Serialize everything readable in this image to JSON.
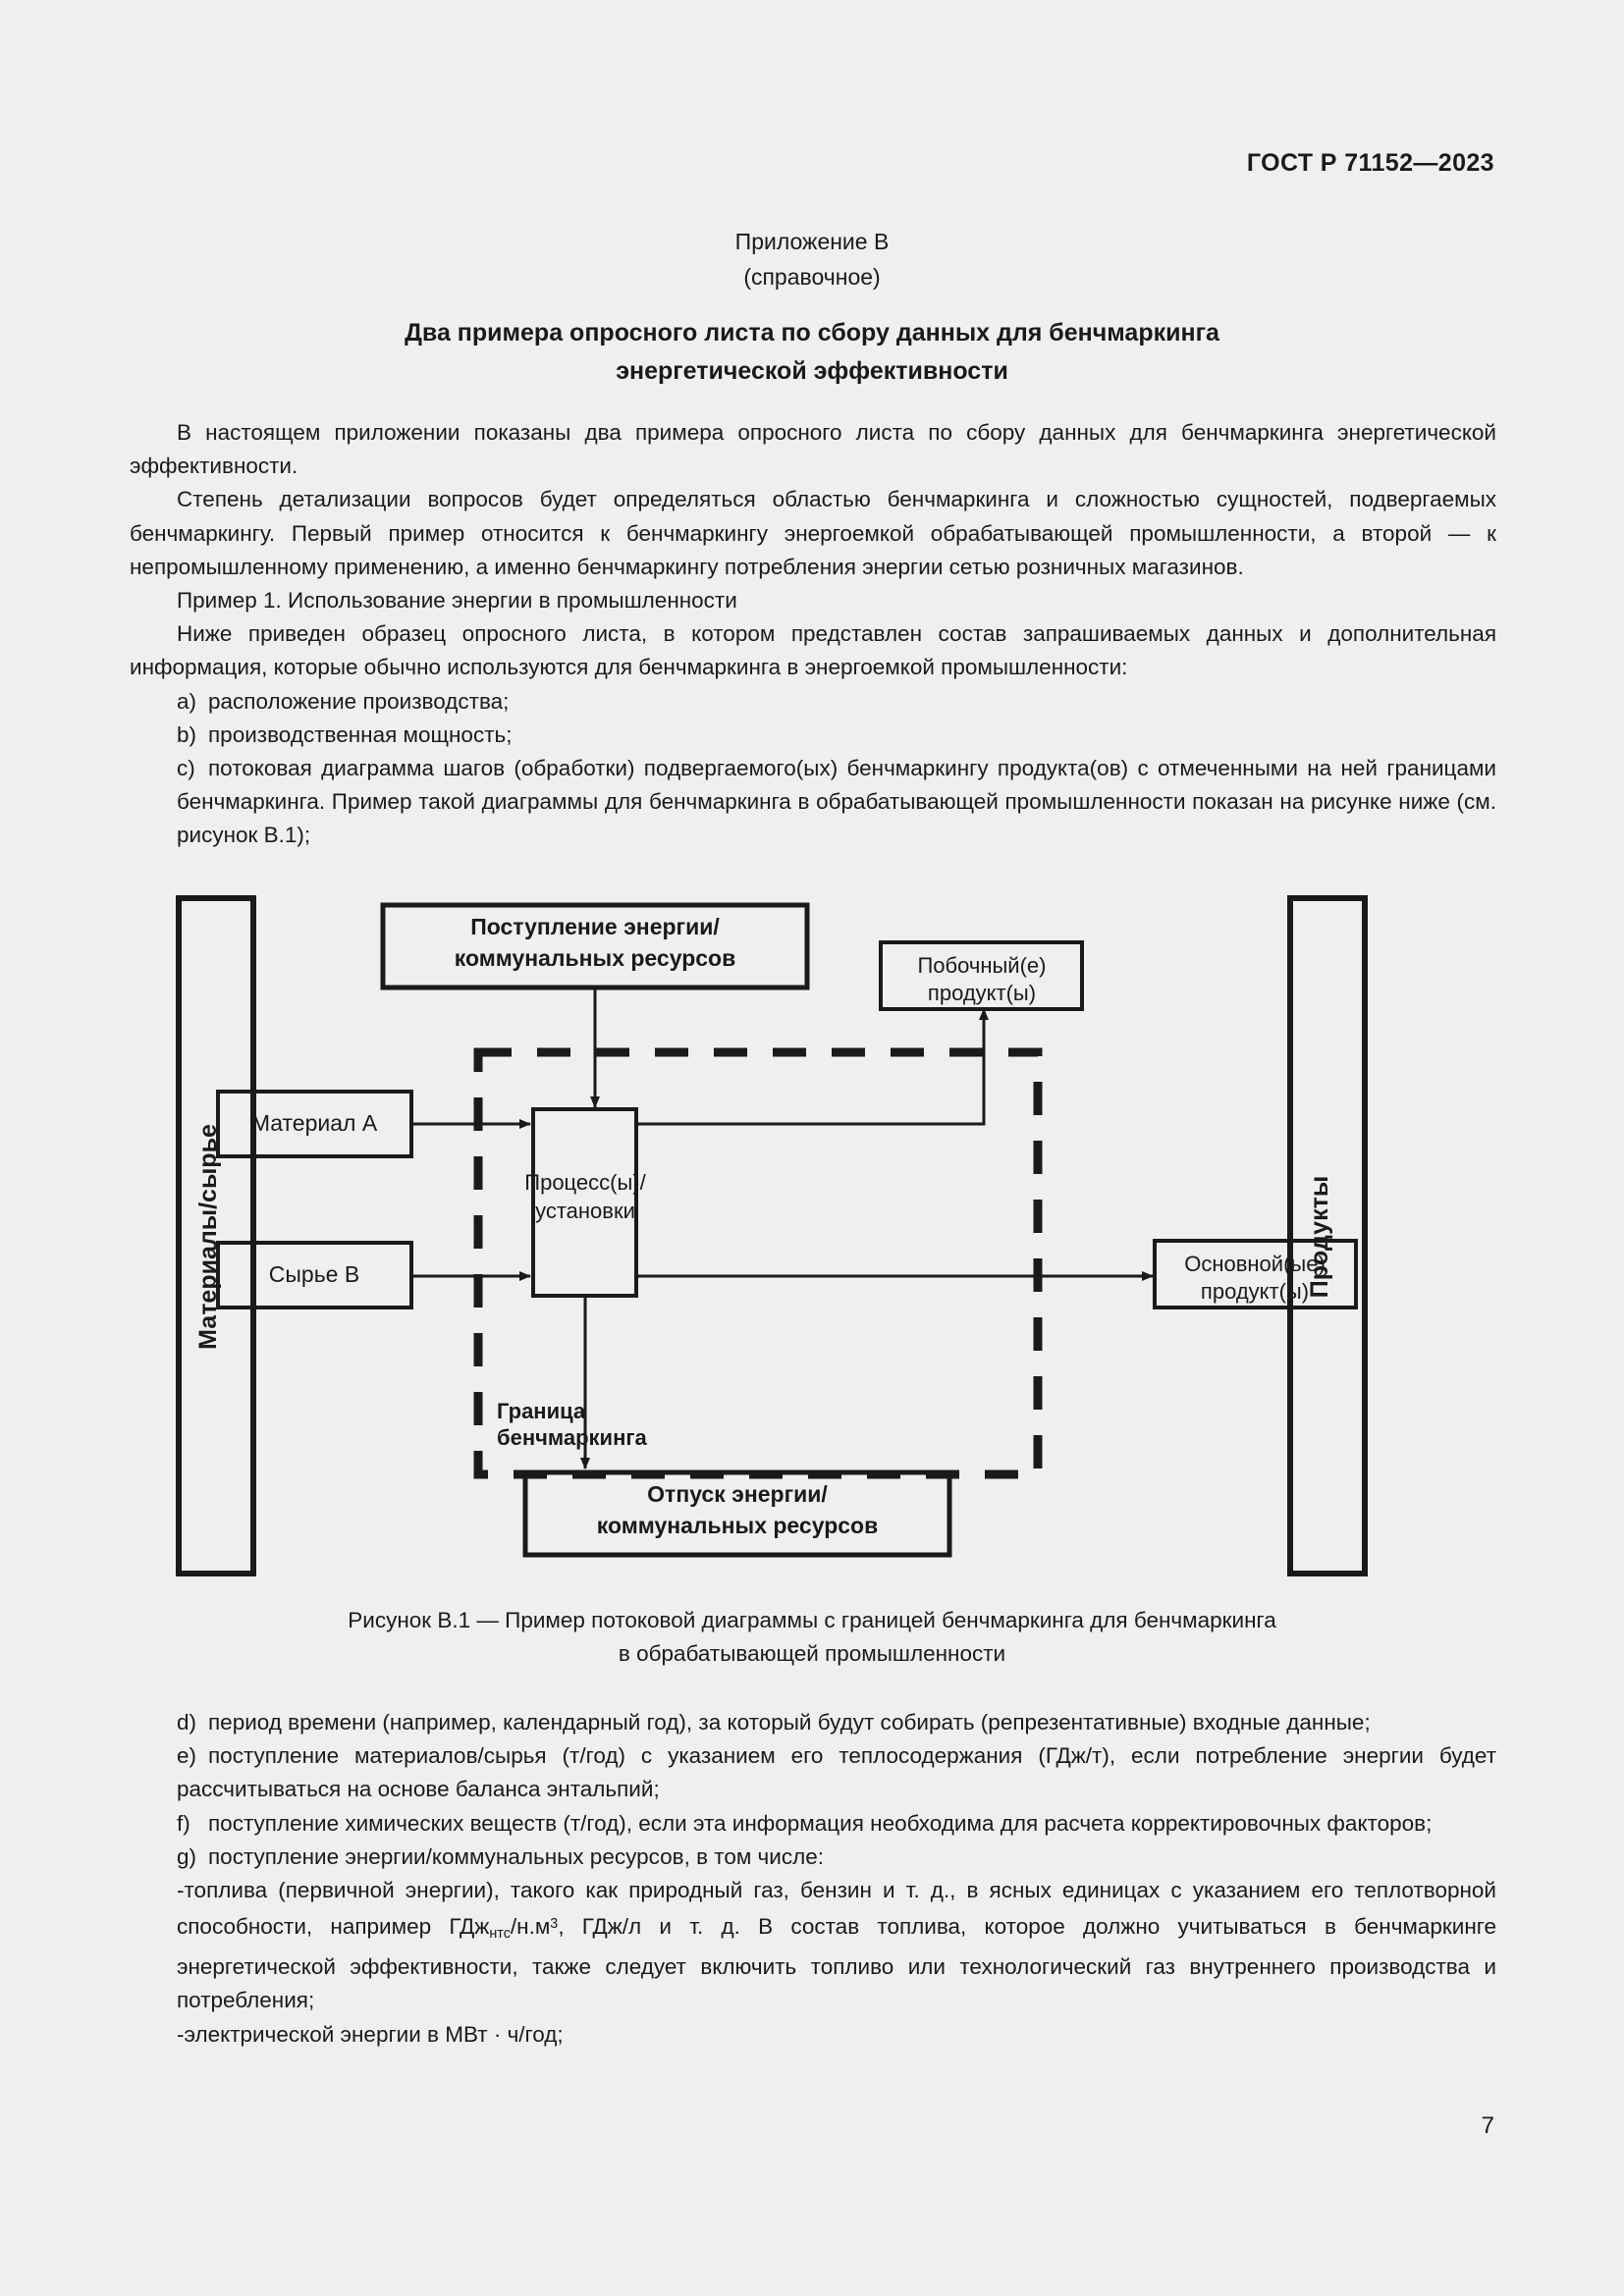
{
  "header": {
    "standard_id": "ГОСТ Р 71152—2023"
  },
  "appendix": {
    "line1": "Приложение В",
    "line2": "(справочное)"
  },
  "title": {
    "line1": "Два примера опросного листа по сбору данных для бенчмаркинга",
    "line2": "энергетической эффективности"
  },
  "paragraphs_before": [
    "В настоящем приложении показаны два примера опросного листа по сбору данных для бенчмаркинга энергетической эффективности.",
    "Степень детализации вопросов будет определяться областью бенчмаркинга и сложностью сущностей, подвергаемых бенчмаркингу. Первый пример относится к бенчмаркингу энергоемкой обрабатывающей промышленности, а второй — к непромышленному применению, а именно бенчмаркингу потребления энергии сетью розничных магазинов.",
    "Пример 1. Использование энергии в промышленности",
    "Ниже приведен образец опросного листа, в котором представлен состав запрашиваемых данных и дополнительная информация, которые обычно используются для бенчмаркинга в энергоемкой промышленности:"
  ],
  "list_before": [
    {
      "marker": "a)",
      "text": "расположение производства;"
    },
    {
      "marker": "b)",
      "text": "производственная мощность;"
    },
    {
      "marker": "c)",
      "text": "потоковая диаграмма шагов (обработки) подвергаемого(ых) бенчмаркингу продукта(ов) с отмеченными на ней границами бенчмаркинга. Пример такой диаграммы для бенчмаркинга в обрабатывающей промышленности показан на рисунке ниже (см. рисунок В.1);"
    }
  ],
  "figure": {
    "caption_line1": "Рисунок В.1 — Пример потоковой диаграммы с границей бенчмаркинга для бенчмаркинга",
    "caption_line2": "в обрабатывающей промышленности",
    "left_bar": "Материалы/сырье",
    "right_bar": "Продукты",
    "energy_in_line1": "Поступление энергии/",
    "energy_in_line2": "коммунальных ресурсов",
    "energy_out_line1": "Отпуск энергии/",
    "energy_out_line2": "коммунальных ресурсов",
    "material_a": "Материал А",
    "raw_b": "Сырье В",
    "process_line1": "Процесс(ы)/",
    "process_line2": "установки",
    "byproduct_line1": "Побочный(е)",
    "byproduct_line2": "продукт(ы)",
    "mainproduct_line1": "Основной(ые)",
    "mainproduct_line2": "продукт(ы)",
    "boundary_line1": "Граница",
    "boundary_line2": "бенчмаркинга"
  },
  "list_after": [
    {
      "marker": "d)",
      "text": "период времени (например, календарный год), за который будут собирать (репрезентативные) входные данные;"
    },
    {
      "marker": "e)",
      "text": "поступление материалов/сырья (т/год) с указанием его теплосодержания (ГДж/т), если потребление энергии будет рассчитываться на основе баланса энтальпий;"
    },
    {
      "marker": "f)",
      "text": "поступление химических веществ (т/год), если эта информация необходима для расчета корректировочных факторов;"
    },
    {
      "marker": "g)",
      "text": "поступление энергии/коммунальных ресурсов, в том числе:"
    }
  ],
  "dash_items": [
    {
      "marker": "-",
      "prefix": "топлива (первичной энергии), такого как природный газ, бензин и т. д., в ясных единицах с указанием его теплотворной способности, например ГДж",
      "sub": "нтс",
      "mid": "/н.м",
      "sup": "3",
      "suffix": ", ГДж/л и т. д. В состав топлива, которое должно учитываться в бенчмаркинге энергетической эффективности, также следует включить топливо или технологический газ внутреннего производства и потребления;"
    },
    {
      "marker": "-",
      "text": "электрической энергии в МВт · ч/год;"
    }
  ],
  "page_number": "7"
}
